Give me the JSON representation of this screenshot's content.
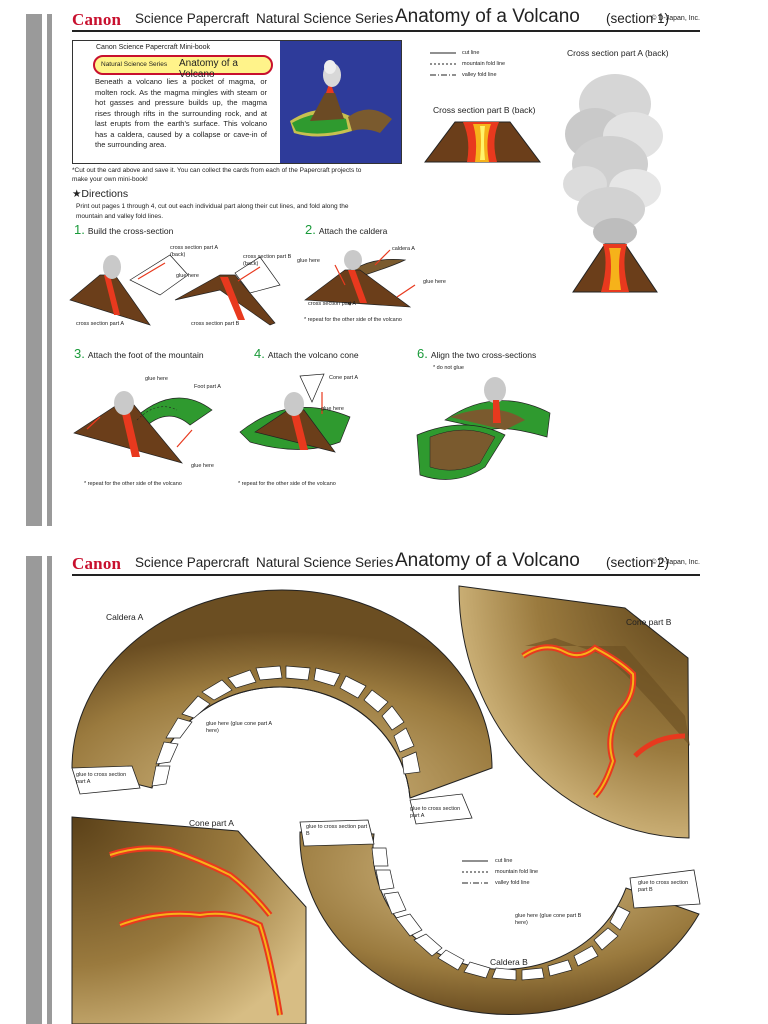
{
  "page1": {
    "header": {
      "brand": "Canon",
      "series1": "Science Papercraft",
      "series2": "Natural Science Series",
      "title": "Anatomy of a Volcano",
      "section": "(section 1)",
      "copyright": "© D-Japan, Inc."
    },
    "card": {
      "minibook": "Canon Science Papercraft Mini-book",
      "pill_series": "Natural Science Series",
      "pill_title": "Anatomy of a Volcano",
      "description": "Beneath a volcano lies a pocket of magma, or molten rock. As the magma mingles with steam or hot gasses and pressure builds up, the magma rises through rifts in the surrounding rock, and at last erupts from the earth's surface. This volcano has a caldera, caused by a collapse or cave-in of the surrounding area."
    },
    "note": "*Cut out the card above and save it. You can collect the cards from each of the Papercraft projects to make your own mini-book!",
    "legend": {
      "cut": "cut line",
      "mountain": "mountain fold line",
      "valley": "valley fold line"
    },
    "cross_a_label": "Cross section part A (back)",
    "cross_b_label": "Cross section part B (back)",
    "directions": {
      "heading": "★Directions",
      "text": "Print out pages 1 through 4, cut out each individual part along their cut lines, and fold along the mountain and valley fold lines."
    },
    "steps": [
      {
        "num": "1.",
        "label": "Build the cross-section"
      },
      {
        "num": "2.",
        "label": "Attach the caldera"
      },
      {
        "num": "3.",
        "label": "Attach the foot of the mountain"
      },
      {
        "num": "4.",
        "label": "Attach the volcano cone"
      },
      {
        "num": "6.",
        "label": "Align the two cross-sections"
      }
    ],
    "step_labels": {
      "s1_cs_a_back": "cross section part A (back)",
      "s1_glue": "glue here",
      "s1_cs_b_back": "cross section part B (back)",
      "s1_cs_a": "cross section part A",
      "s1_cs_b": "cross section part B",
      "s2_caldera_a": "caldera A",
      "s2_glue1": "glue here",
      "s2_glue2": "glue here",
      "s2_cs_a": "cross section part A",
      "s2_repeat": "* repeat for the other side of the volcano",
      "s3_glue1": "glue here",
      "s3_foot": "Foot part A",
      "s3_glue2": "glue here",
      "s3_repeat": "* repeat for the other side of the volcano",
      "s4_cone": "Cone part A",
      "s4_glue": "glue here",
      "s4_repeat": "* repeat for the other side of the volcano",
      "s6_noglue": "* do not glue"
    }
  },
  "page2": {
    "header": {
      "brand": "Canon",
      "series1": "Science Papercraft",
      "series2": "Natural Science Series",
      "title": "Anatomy of a Volcano",
      "section": "(section 2)",
      "copyright": "© D-Japan, Inc."
    },
    "caldera_a": "Caldera A",
    "cone_b": "Cone part B",
    "cone_a": "Cone part A",
    "caldera_b": "Caldera B",
    "glue_a": "glue here (glue cone part A here)",
    "glue_b": "glue here (glue cone part B here)",
    "tab_a1": "glue to cross section part A",
    "tab_a2": "glue to cross section part A",
    "tab_b1": "glue to cross section part B",
    "tab_b2": "glue to cross section part B",
    "legend": {
      "cut": "cut line",
      "mountain": "mountain fold line",
      "valley": "valley fold line"
    }
  },
  "colors": {
    "canon_red": "#c8102e",
    "step_green": "#1a9a3a",
    "card_blue": "#2e3b9a",
    "lava": "#e8391e",
    "earth": "#7a5a2e",
    "grass": "#2f9a2f"
  }
}
